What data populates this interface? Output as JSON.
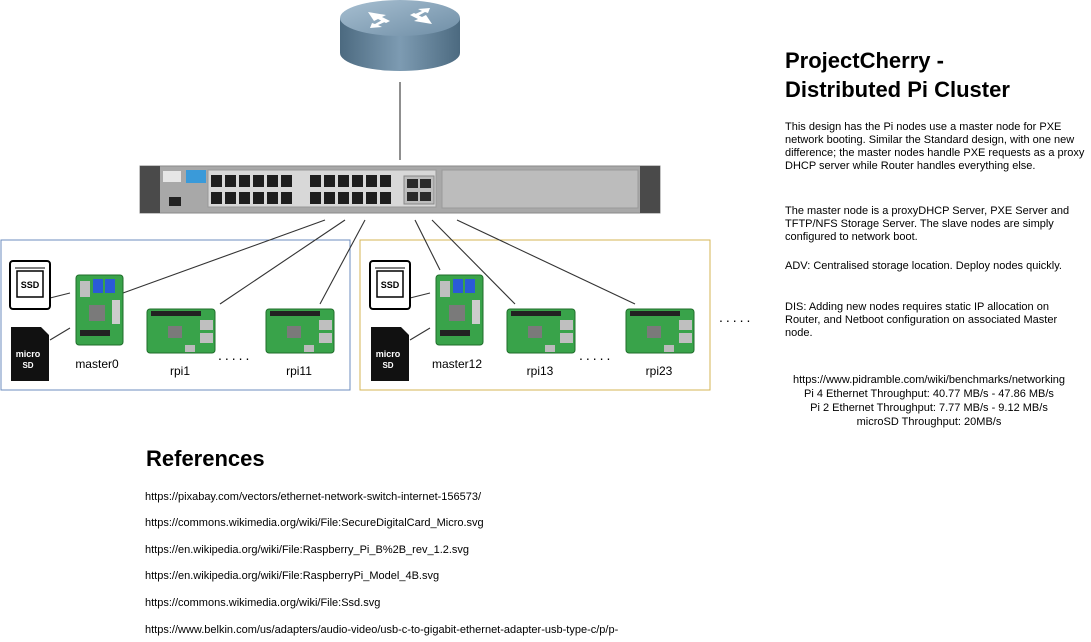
{
  "title_line1": "ProjectCherry -",
  "title_line2": "Distributed Pi Cluster",
  "description": [
    "This design has the Pi nodes use a master node for PXE network booting. Similar the Standard design, with one new difference; the master nodes handle PXE requests as a proxy DHCP server while Router handles everything else.",
    "The master node is a proxyDHCP Server, PXE Server and TFTP/NFS Storage Server. The slave nodes are simply configured to network boot.",
    "ADV: Centralised storage location. Deploy nodes quickly.",
    "DIS: Adding new nodes requires static IP allocation on Router, and Netboot configuration on associated Master node."
  ],
  "stats": [
    "https://www.pidramble.com/wiki/benchmarks/networking",
    "Pi 4 Ethernet Throughput: 40.77 MB/s - 47.86 MB/s",
    "Pi 2 Ethernet Throughput: 7.77 MB/s - 9.12 MB/s",
    "microSD Throughput: 20MB/s"
  ],
  "references_title": "References",
  "references": [
    "https://pixabay.com/vectors/ethernet-network-switch-internet-156573/",
    "https://commons.wikimedia.org/wiki/File:SecureDigitalCard_Micro.svg",
    "https://en.wikipedia.org/wiki/File:Raspberry_Pi_B%2B_rev_1.2.svg",
    "https://en.wikipedia.org/wiki/File:RaspberryPi_Model_4B.svg",
    "https://commons.wikimedia.org/wiki/File:Ssd.svg",
    "https://www.belkin.com/us/adapters/audio-video/usb-c-to-gigabit-ethernet-adapter-usb-type-c/p/p-"
  ],
  "groups": [
    {
      "master": "master0",
      "slave_first": "rpi1",
      "slave_last": "rpi11",
      "border_color": "#6c8ebf"
    },
    {
      "master": "master12",
      "slave_first": "rpi13",
      "slave_last": "rpi23",
      "border_color": "#d6b656"
    }
  ],
  "ssd_label": "SSD",
  "sd_label": "micro",
  "ellipsis": ".....",
  "icons": {
    "router": "router-icon",
    "switch": "network-switch-icon",
    "ssd": "ssd-icon",
    "microsd": "microsd-icon",
    "pi4": "raspberry-pi-4-icon",
    "piB": "raspberry-pi-b-icon"
  },
  "colors": {
    "router_body": "#5f7e96",
    "switch_body": "#c9c9c9",
    "pcb": "#39a34a"
  }
}
